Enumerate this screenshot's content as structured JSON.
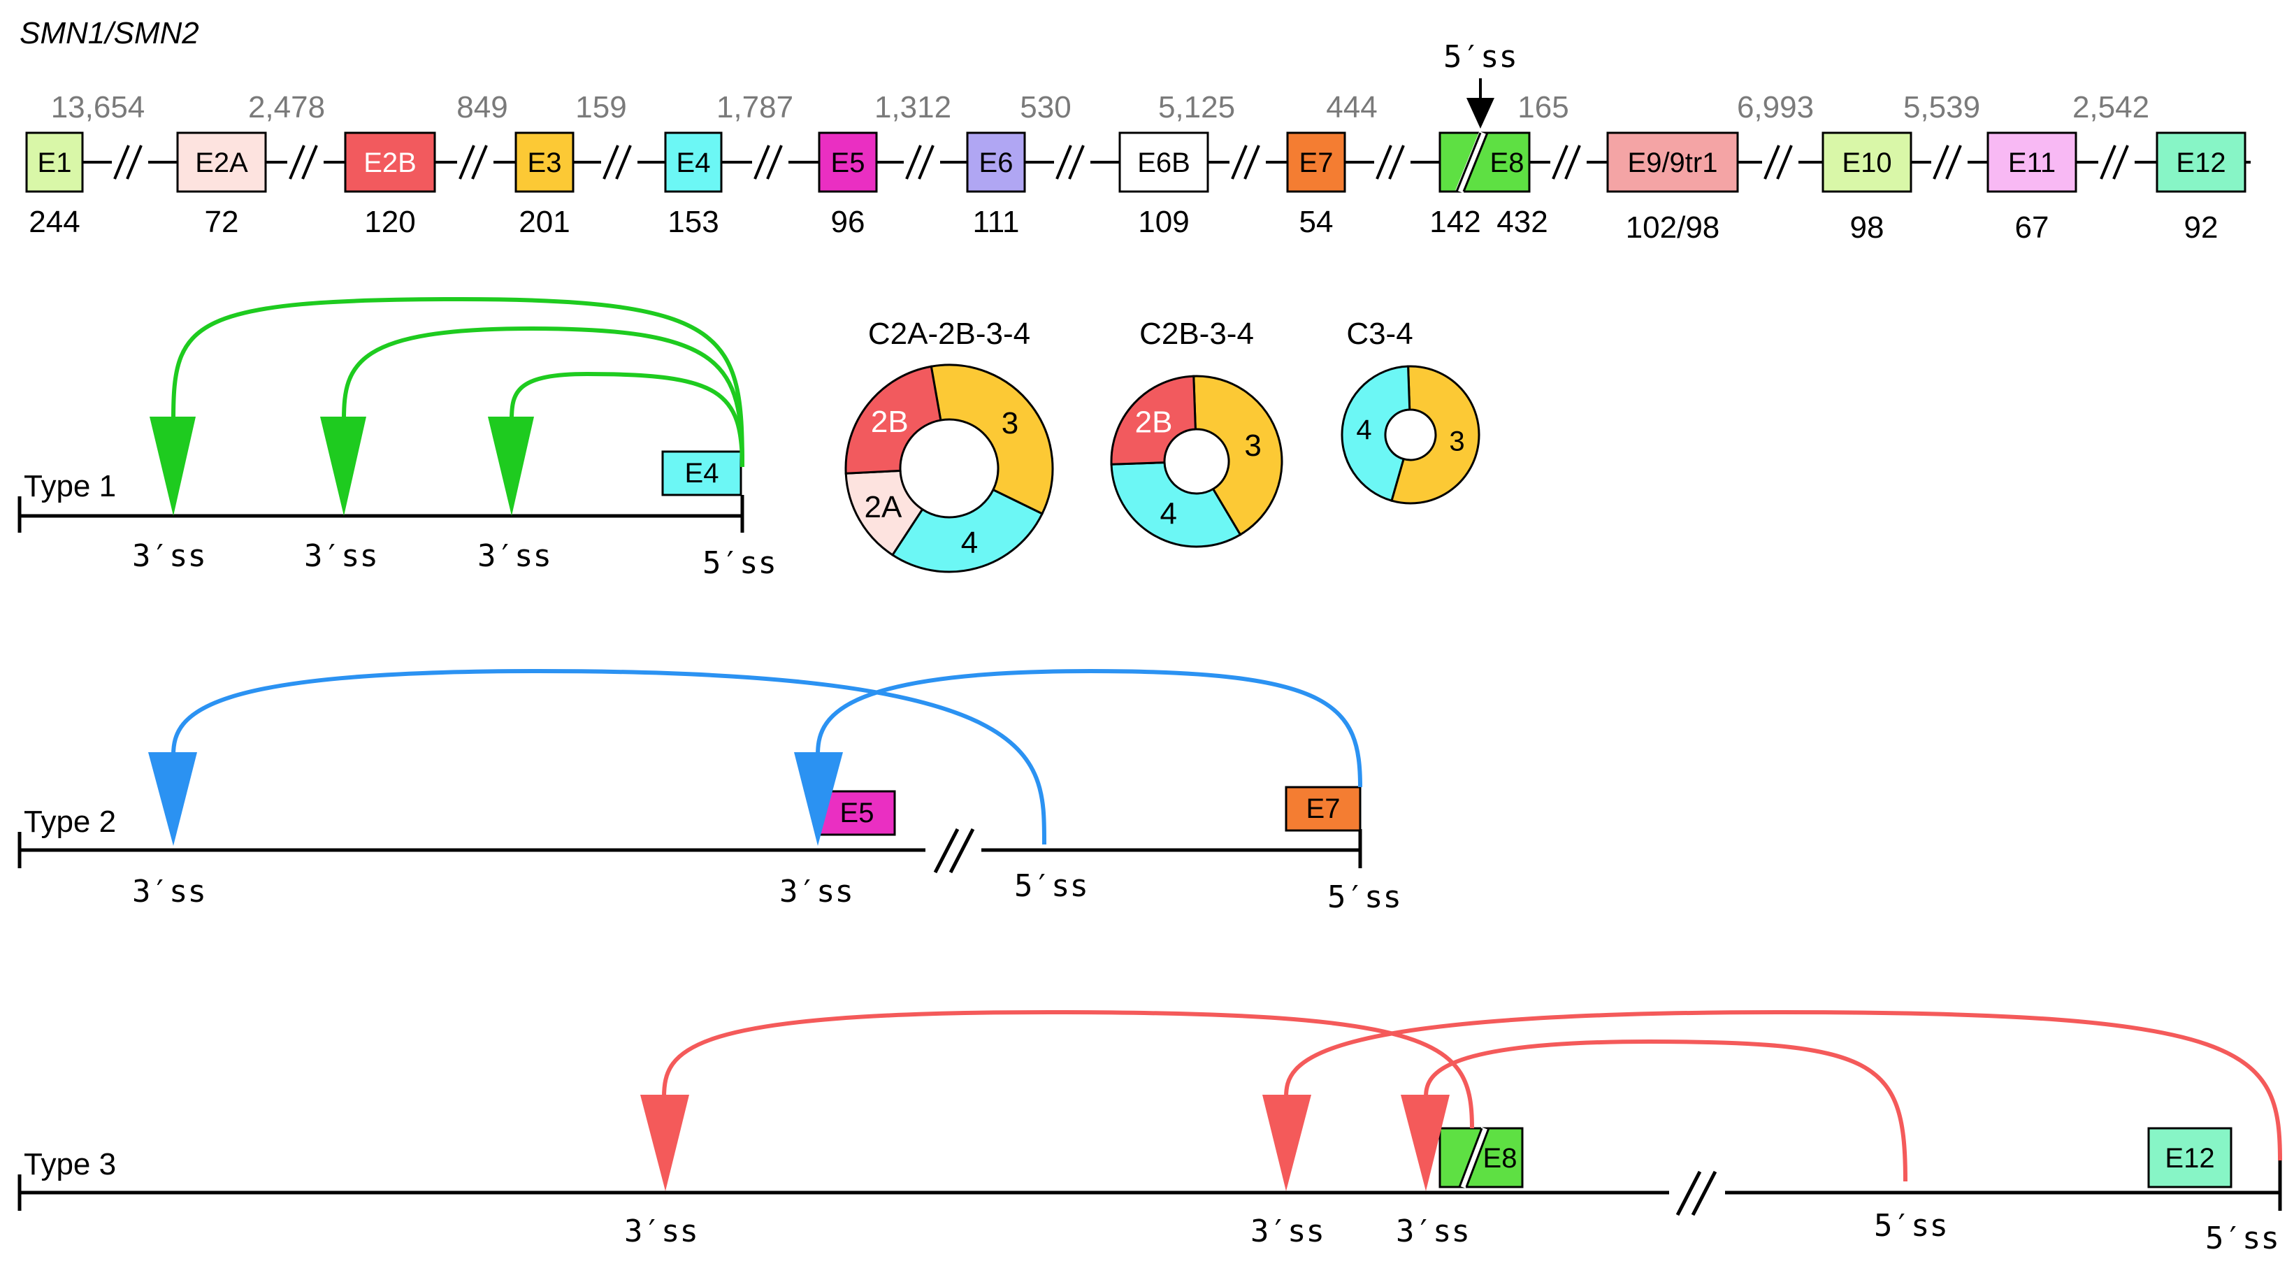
{
  "title": "SMN1/SMN2",
  "gene": {
    "exons": [
      {
        "id": "E1",
        "label": "E1",
        "length": "244",
        "color": "#d9f7a8"
      },
      {
        "id": "E2A",
        "label": "E2A",
        "length": "72",
        "color": "#fde3df"
      },
      {
        "id": "E2B",
        "label": "E2B",
        "length": "120",
        "color": "#f25a5e"
      },
      {
        "id": "E3",
        "label": "E3",
        "length": "201",
        "color": "#fcc935"
      },
      {
        "id": "E4",
        "label": "E4",
        "length": "153",
        "color": "#6cf7f5"
      },
      {
        "id": "E5",
        "label": "E5",
        "length": "96",
        "color": "#ea2fc2"
      },
      {
        "id": "E6",
        "label": "E6",
        "length": "111",
        "color": "#b0a6f3"
      },
      {
        "id": "E6B",
        "label": "E6B",
        "length": "109",
        "color": "#ffffff"
      },
      {
        "id": "E7",
        "label": "E7",
        "length": "54",
        "color": "#f47d32"
      },
      {
        "id": "E8",
        "label": "E8",
        "length_a": "142",
        "length_b": "432",
        "color": "#5ee043"
      },
      {
        "id": "E9",
        "label": "E9/9tr1",
        "length": "102/98",
        "color": "#f4a4a5"
      },
      {
        "id": "E10",
        "label": "E10",
        "length": "98",
        "color": "#d9f7a8"
      },
      {
        "id": "E11",
        "label": "E11",
        "length": "67",
        "color": "#f8b9f4"
      },
      {
        "id": "E12",
        "label": "E12",
        "length": "92",
        "color": "#87f5c6"
      }
    ],
    "introns": [
      "13,654",
      "2,478",
      "849",
      "159",
      "1,787",
      "1,312",
      "530",
      "5,125",
      "444",
      "165",
      "6,993",
      "5,539",
      "2,542"
    ],
    "e8_site_label": "5′ss"
  },
  "circles": [
    {
      "name": "C2A-2B-3-4",
      "segments": [
        {
          "label": "3",
          "color": "#fcc935",
          "fraction": 0.35
        },
        {
          "label": "4",
          "color": "#6cf7f5",
          "fraction": 0.27
        },
        {
          "label": "2A",
          "color": "#fde3df",
          "fraction": 0.15
        },
        {
          "label": "2B",
          "color": "#f25a5e",
          "fraction": 0.23
        }
      ]
    },
    {
      "name": "C2B-3-4",
      "segments": [
        {
          "label": "3",
          "color": "#fcc935",
          "fraction": 0.42
        },
        {
          "label": "4",
          "color": "#6cf7f5",
          "fraction": 0.33
        },
        {
          "label": "2B",
          "color": "#f25a5e",
          "fraction": 0.25
        }
      ]
    },
    {
      "name": "C3-4",
      "segments": [
        {
          "label": "3",
          "color": "#fcc935",
          "fraction": 0.55
        },
        {
          "label": "4",
          "color": "#6cf7f5",
          "fraction": 0.45
        }
      ]
    }
  ],
  "types": [
    {
      "label": "Type 1",
      "color": "#1ecb1f",
      "exon_labels": [
        "E4"
      ],
      "site_labels": [
        "3′ss",
        "3′ss",
        "3′ss",
        "5′ss"
      ]
    },
    {
      "label": "Type 2",
      "color": "#2b92f2",
      "exon_labels": [
        "E5",
        "E7"
      ],
      "site_labels": [
        "3′ss",
        "3′ss",
        "5′ss",
        "5′ss"
      ]
    },
    {
      "label": "Type 3",
      "color": "#f45a5a",
      "exon_labels": [
        "E8",
        "E12"
      ],
      "site_labels": [
        "3′ss",
        "3′ss",
        "3′ss",
        "5′ss",
        "5′ss"
      ]
    }
  ]
}
